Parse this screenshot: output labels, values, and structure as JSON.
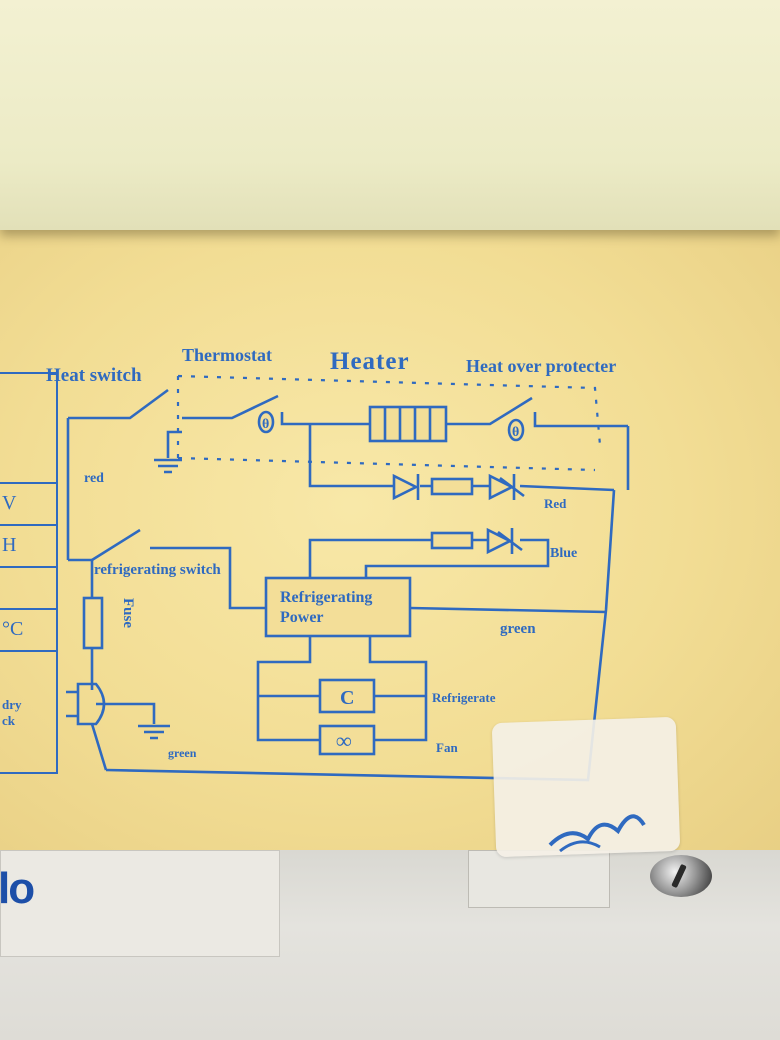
{
  "diagram": {
    "labels": {
      "heat_switch": "Heat switch",
      "thermostat": "Thermostat",
      "heater": "Heater",
      "heat_over_protecter": "Heat over protecter",
      "red_left": "red",
      "red_right": "Red",
      "blue": "Blue",
      "refrigerating_switch": "refrigerating switch",
      "fuse": "Fuse",
      "refrigerating_power_line1": "Refrigerating",
      "refrigerating_power_line2": "Power",
      "green_right": "green",
      "green_bottom": "green",
      "capacitor_symbol": "C",
      "fan_symbol": "∞",
      "refrigerate": "Refrigerate",
      "fan": "Fan",
      "thermostat_symbol": "θ",
      "protecter_symbol": "θ"
    }
  },
  "side_table": {
    "rows": [
      "V",
      "H",
      "°C",
      "dry",
      "ck"
    ]
  },
  "bottom_brand": {
    "text": "lo"
  },
  "colors": {
    "ink": "#2f6ac0",
    "label_background": "#f2dd94",
    "top_panel": "#ecebc6"
  }
}
